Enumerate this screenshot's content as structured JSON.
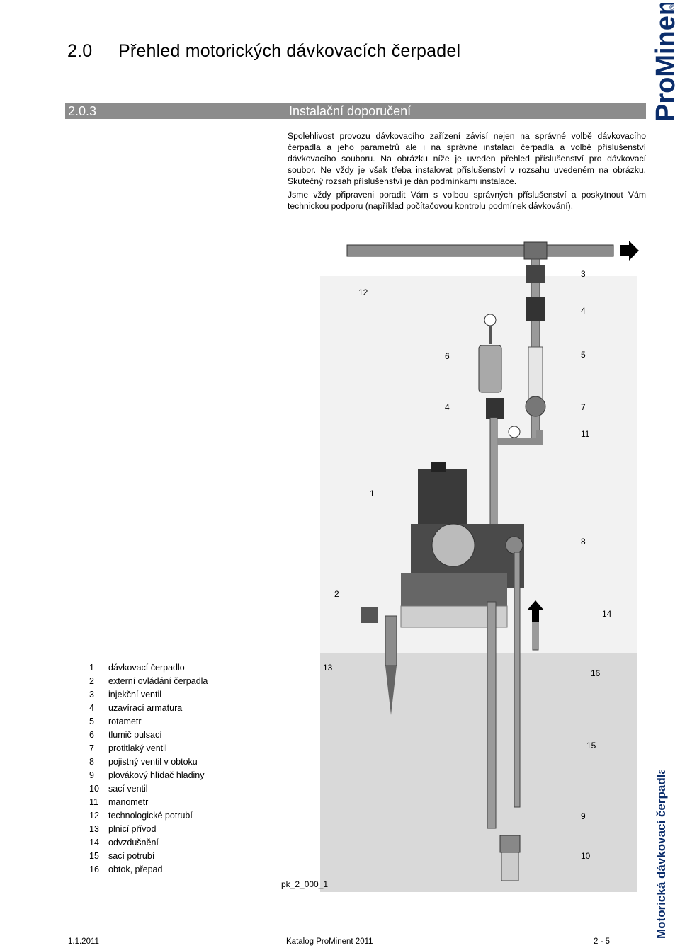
{
  "chapter": {
    "number": "2.0",
    "title": "Přehled motorických dávkovacích čerpadel"
  },
  "section": {
    "number": "2.0.3",
    "title": "Instalační doporučení"
  },
  "brand": {
    "name": "ProMinent",
    "registered": "®",
    "color": "#0b2d6b"
  },
  "side_label": "Motorická dávkovací čerpadla",
  "intro": {
    "p1": "Spolehlivost provozu dávkovacího zařízení závisí nejen na správné volbě dávkovacího čerpadla a jeho parametrů ale i na správné instalaci čerpadla a volbě příslušenství dávkovacího souboru. Na obrázku níže je uveden přehled příslušenství pro dávkovací soubor. Ne vždy je však třeba instalovat příslušenství v rozsahu uvedeném na obrázku. Skutečný rozsah příslušenství je dán podmínkami instalace.",
    "p2": "Jsme vždy připraveni poradit Vám s volbou správných příslušenství a poskytnout Vám technickou podporu (například počítačovou kontrolu podmínek dávkování)."
  },
  "diagram_labels": [
    "12",
    "3",
    "4",
    "6",
    "5",
    "4",
    "7",
    "11",
    "1",
    "8",
    "2",
    "14",
    "13",
    "16",
    "15",
    "9",
    "10"
  ],
  "legend": [
    {
      "n": "1",
      "text": "dávkovací čerpadlo"
    },
    {
      "n": "2",
      "text": "externí ovládání čerpadla"
    },
    {
      "n": "3",
      "text": "injekční ventil"
    },
    {
      "n": "4",
      "text": "uzavírací armatura"
    },
    {
      "n": "5",
      "text": "rotametr"
    },
    {
      "n": "6",
      "text": "tlumič pulsací"
    },
    {
      "n": "7",
      "text": "protitlaký ventil"
    },
    {
      "n": "8",
      "text": "pojistný ventil v obtoku"
    },
    {
      "n": "9",
      "text": "plovákový hlídač hladiny"
    },
    {
      "n": "10",
      "text": "sací ventil"
    },
    {
      "n": "11",
      "text": "manometr"
    },
    {
      "n": "12",
      "text": "technologické potrubí"
    },
    {
      "n": "13",
      "text": "plnicí přívod"
    },
    {
      "n": "14",
      "text": "odvzdušnění"
    },
    {
      "n": "15",
      "text": "sací potrubí"
    },
    {
      "n": "16",
      "text": "obtok, přepad"
    }
  ],
  "figure_id": "pk_2_000_1",
  "footer": {
    "date": "1.1.2011",
    "catalog": "Katalog ProMinent 2011",
    "page": "2 - 5"
  }
}
